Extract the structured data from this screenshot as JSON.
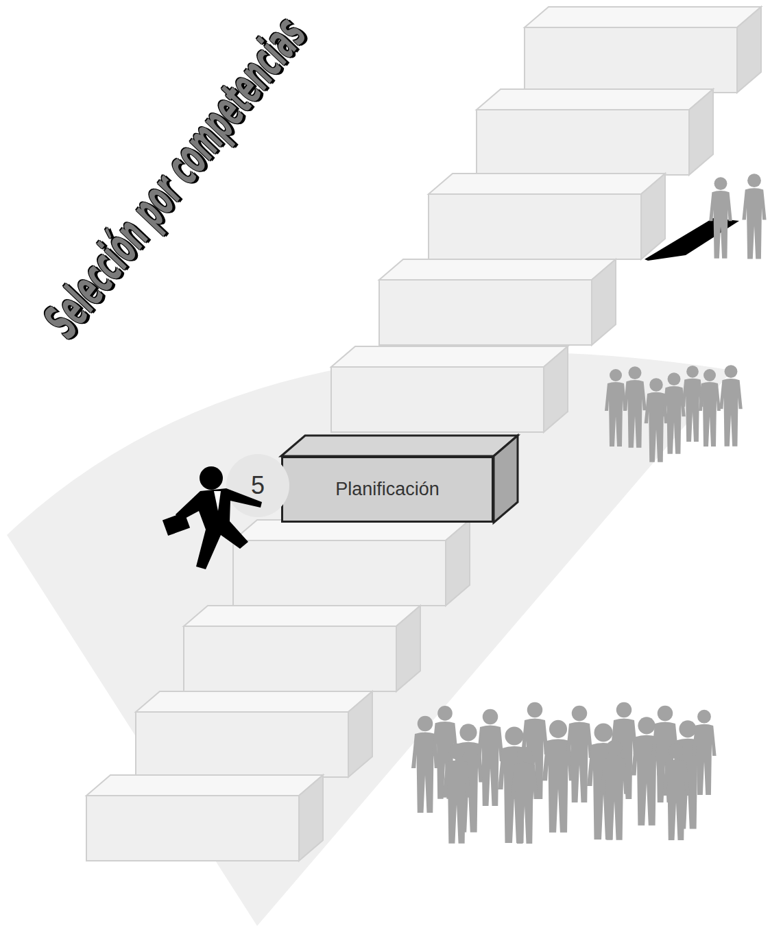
{
  "diagram": {
    "title": "Selección por competencias",
    "nodes": [
      {
        "text": [
          "5"
        ]
      },
      {
        "text": [
          "Planificación"
        ]
      }
    ]
  }
}
